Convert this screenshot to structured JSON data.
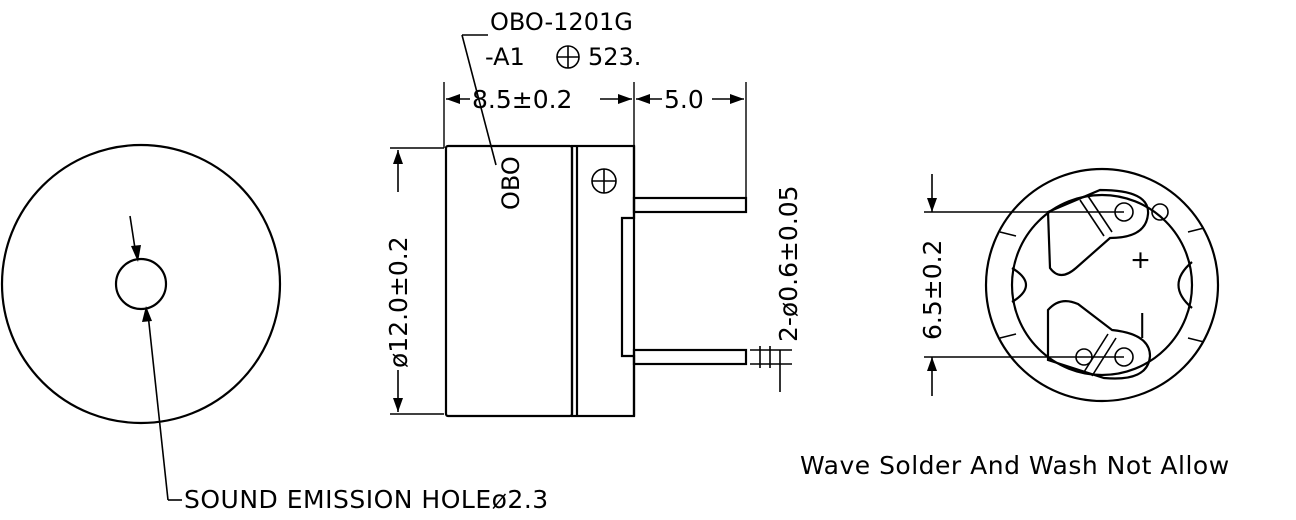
{
  "labels": {
    "part_number": "OBO-1201G",
    "part_code_prefix": "-A1",
    "part_code_suffix": "523.",
    "body_marking": "OBO",
    "plus_symbol": "⊕",
    "dim_body_length": "8.5±0.2",
    "dim_pin_length": "5.0",
    "dim_diameter": "ø12.0±0.2",
    "dim_pin_diameter": "2-ø0.6±0.05",
    "dim_pin_pitch": "6.5±0.2",
    "sound_hole": "SOUND EMISSION HOLEø2.3",
    "polarity_plus": "+",
    "polarity_minus": "|",
    "note": "Wave Solder And Wash Not Allow"
  }
}
